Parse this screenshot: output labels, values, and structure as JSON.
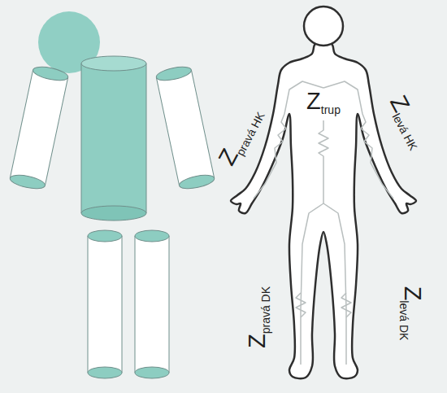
{
  "diagram": {
    "labels": [
      "Z",
      "trup",
      "Z",
      "pravá HK",
      "Z",
      "levá HK",
      "Z",
      "pravá DK",
      "Z",
      "levá DK"
    ]
  }
}
